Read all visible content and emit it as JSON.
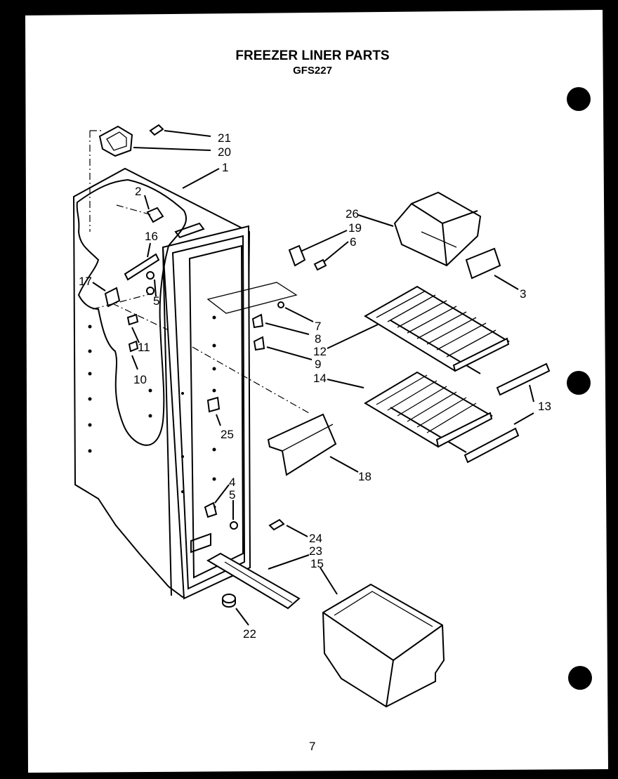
{
  "header": {
    "title": "FREEZER LINER PARTS",
    "model": "GFS227"
  },
  "page_number": "7",
  "callouts": {
    "p1": "1",
    "p2": "2",
    "p3": "3",
    "p4": "4",
    "p5a": "5",
    "p5b": "5",
    "p6": "6",
    "p7": "7",
    "p8": "8",
    "p9": "9",
    "p10": "10",
    "p11": "11",
    "p12": "12",
    "p13": "13",
    "p14": "14",
    "p15": "15",
    "p16": "16",
    "p17": "17",
    "p18": "18",
    "p19": "19",
    "p20": "20",
    "p21": "21",
    "p22": "22",
    "p23": "23",
    "p24": "24",
    "p25": "25",
    "p26": "26"
  }
}
